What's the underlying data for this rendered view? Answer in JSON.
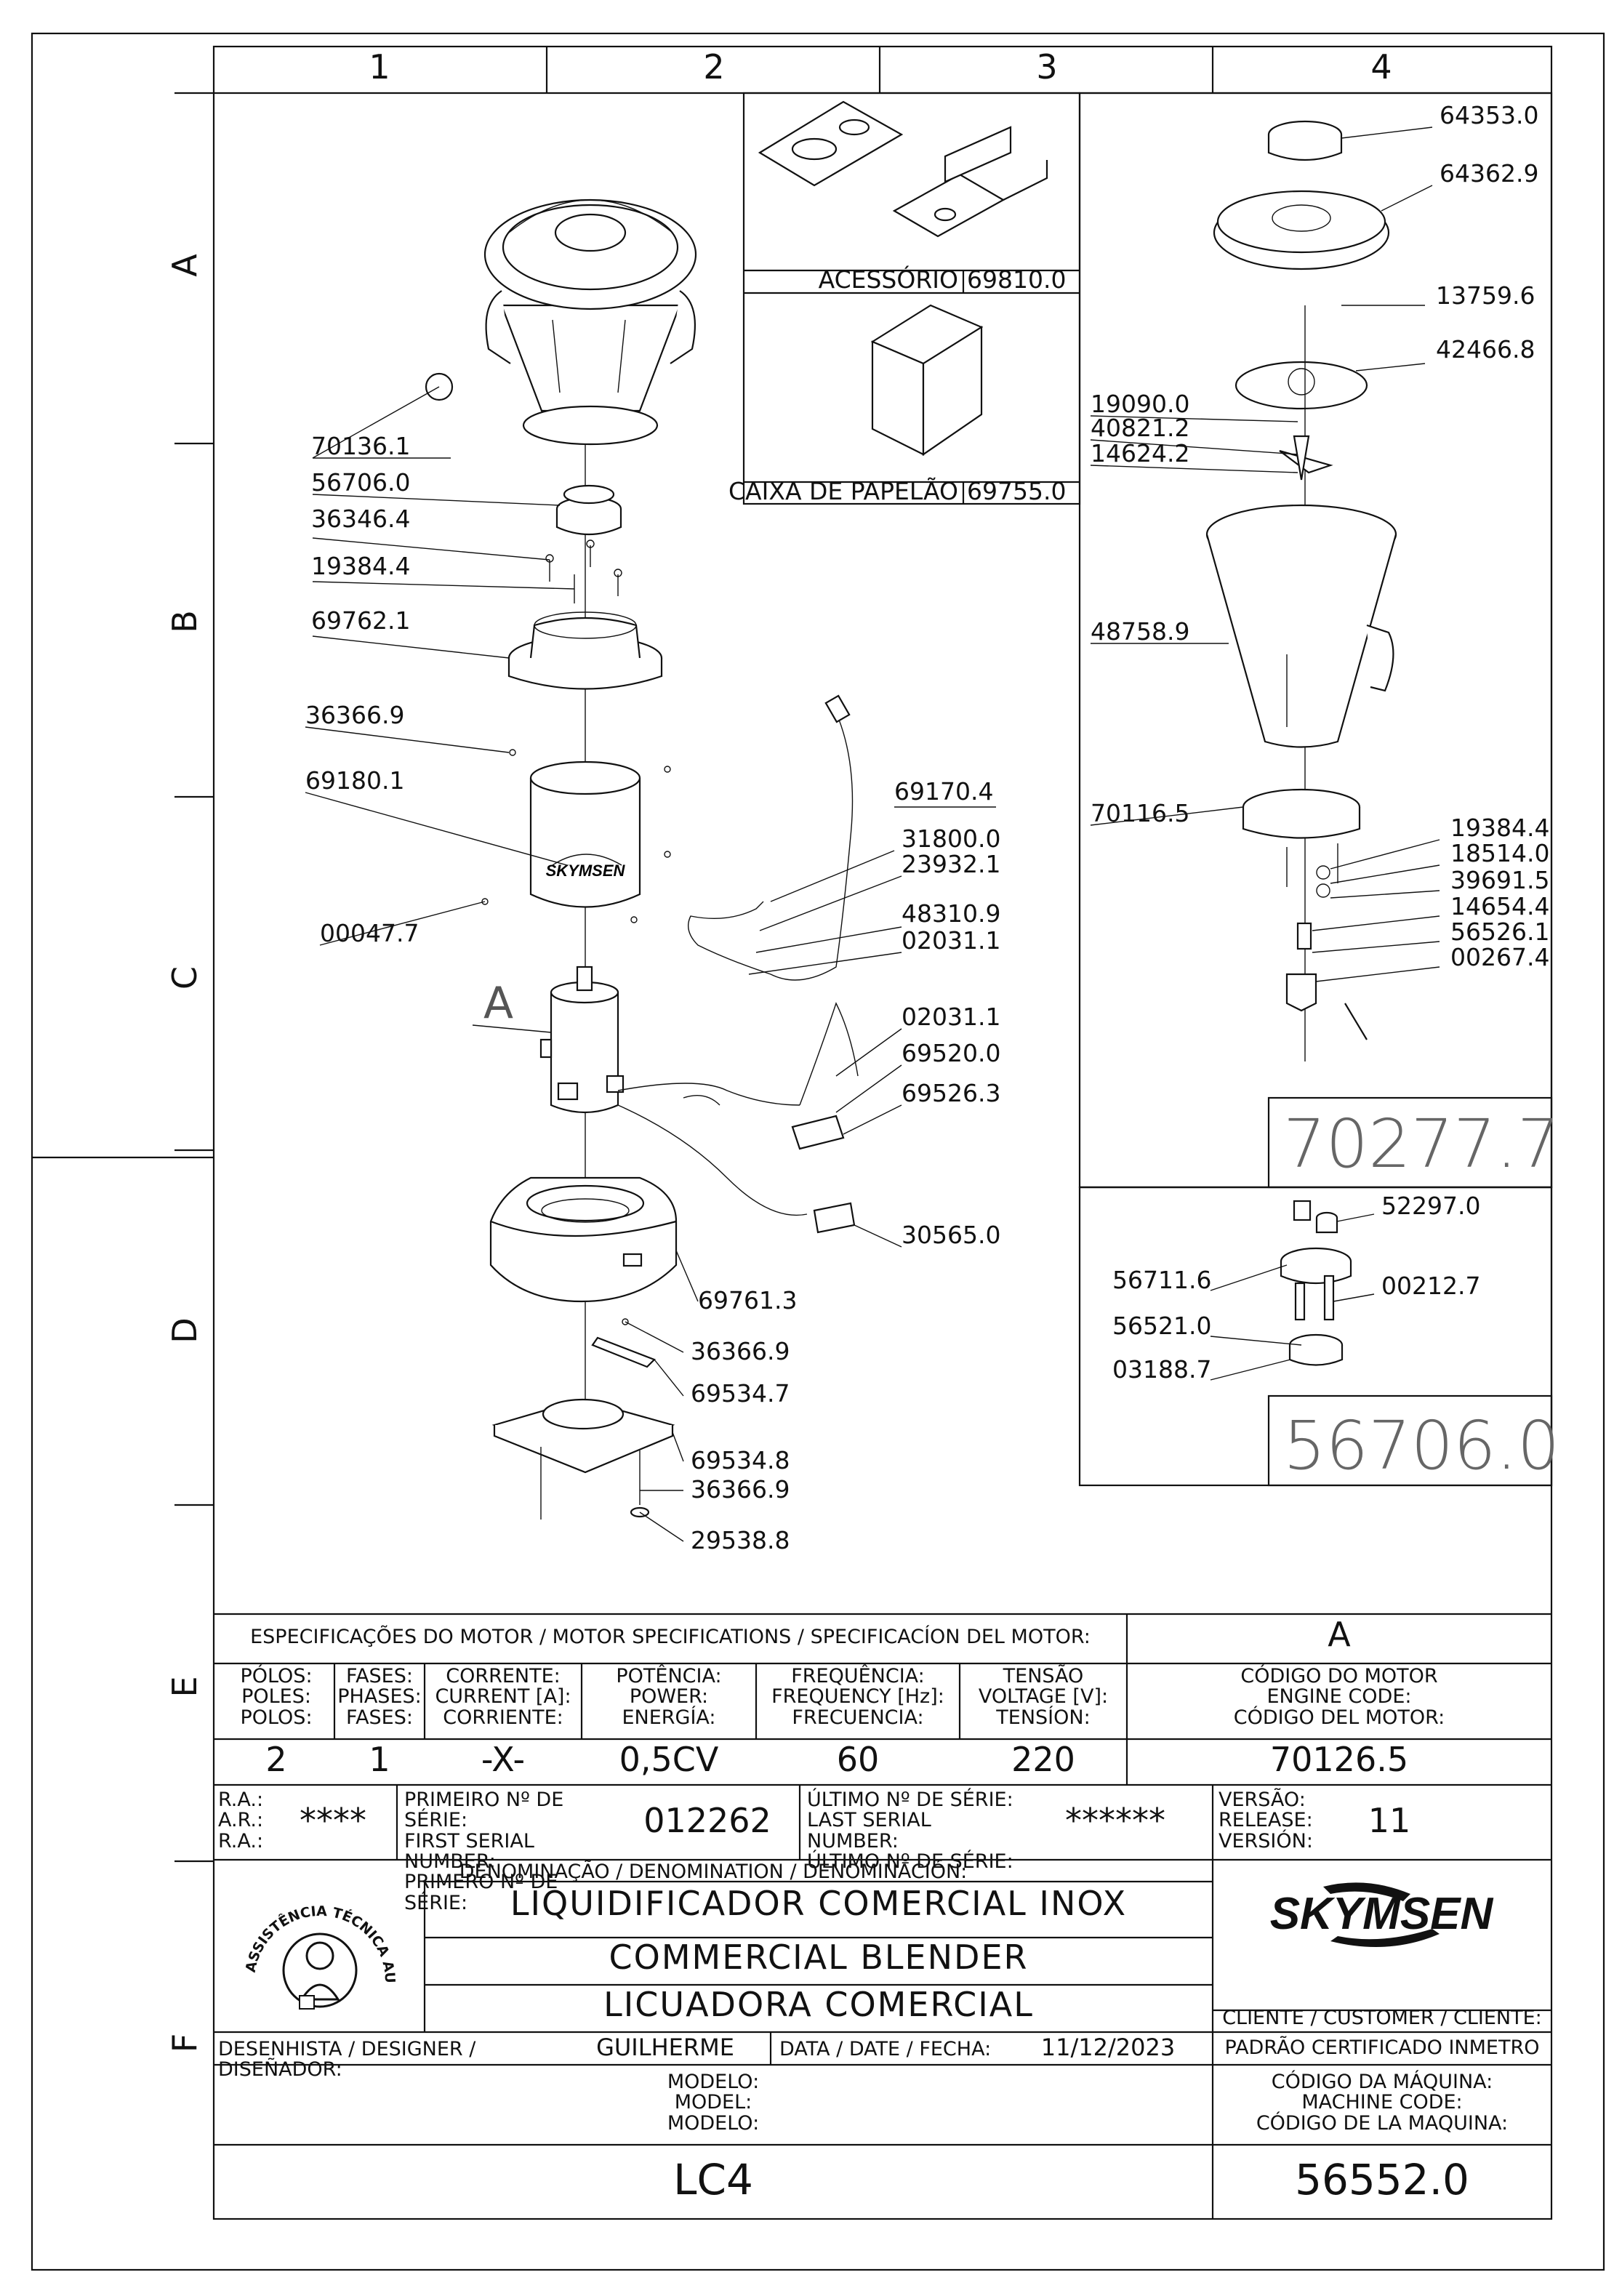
{
  "grid": {
    "columns": [
      "1",
      "2",
      "3",
      "4"
    ],
    "rows": [
      "A",
      "B",
      "C",
      "D",
      "E",
      "F"
    ]
  },
  "callouts_main": [
    "70136.1",
    "56706.0",
    "36346.4",
    "19384.4",
    "69762.1",
    "36366.9",
    "69180.1",
    "00047.7",
    "A",
    "69170.4",
    "31800.0",
    "23932.1",
    "48310.9",
    "02031.1",
    "02031.1",
    "69520.0",
    "69526.3",
    "30565.0",
    "69761.3",
    "36366.9",
    "69534.7",
    "69534.8",
    "36366.9",
    "29538.8"
  ],
  "accessory": {
    "label": "ACESSÓRIO",
    "code": "69810.0"
  },
  "box": {
    "label": "CAIXA DE PAPELÃO",
    "code": "69755.0"
  },
  "callouts_jar": [
    "64353.0",
    "64362.9",
    "13759.6",
    "42466.8",
    "19090.0",
    "40821.2",
    "14624.2",
    "48758.9",
    "70116.5",
    "19384.4",
    "18514.0",
    "39691.5",
    "14654.4",
    "56526.1",
    "00267.4"
  ],
  "jar_assembly_code": "70277.7",
  "callouts_coupler": [
    "52297.0",
    "56711.6",
    "00212.7",
    "56521.0",
    "03188.7"
  ],
  "coupler_assembly_code": "56706.0",
  "spec": {
    "heading": "ESPECIFICAÇÕES DO MOTOR / MOTOR SPECIFICATIONS / SPECIFICACÍON DEL MOTOR:",
    "variant": "A",
    "cols": [
      {
        "h": [
          "PÓLOS:",
          "POLES:",
          "POLOS:"
        ],
        "v": "2"
      },
      {
        "h": [
          "FASES:",
          "PHASES:",
          "FASES:"
        ],
        "v": "1"
      },
      {
        "h": [
          "CORRENTE:",
          "CURRENT [A]:",
          "CORRIENTE:"
        ],
        "v": "-X-"
      },
      {
        "h": [
          "POTÊNCIA:",
          "POWER:",
          "ENERGÍA:"
        ],
        "v": "0,5CV"
      },
      {
        "h": [
          "FREQUÊNCIA:",
          "FREQUENCY [Hz]:",
          "FRECUENCIA:"
        ],
        "v": "60"
      },
      {
        "h": [
          "TENSÃO",
          "VOLTAGE [V]:",
          "TENSÍON:"
        ],
        "v": "220"
      }
    ],
    "engine": {
      "h": [
        "CÓDIGO DO MOTOR",
        "ENGINE CODE:",
        "CÓDIGO DEL MOTOR:"
      ],
      "v": "70126.5"
    }
  },
  "serial": {
    "ra": [
      "R.A.:",
      "A.R.:",
      "R.A.:"
    ],
    "ra_v": "****",
    "first": [
      "PRIMEIRO Nº DE SÉRIE:",
      "FIRST SERIAL NUMBER:",
      "PRIMERO Nº DE SÉRIE:"
    ],
    "first_v": "012262",
    "last": [
      "ÚLTIMO Nº DE SÉRIE:",
      "LAST SERIAL NUMBER:",
      "ÚLTIMO Nº DE SÉRIE:"
    ],
    "last_v": "******",
    "rel": [
      "VERSÃO:",
      "RELEASE:",
      "VERSIÓN:"
    ],
    "rel_v": "11"
  },
  "denom": {
    "heading": "DENOMINAÇÃO / DENOMINATION / DENOMINACIÓN:",
    "lines": [
      "LIQUIDIFICADOR COMERCIAL INOX",
      "COMMERCIAL BLENDER",
      "LICUADORA COMERCIAL"
    ]
  },
  "seal_text": "ASSISTÊNCIA TÉCNICA AUTORIZADA",
  "brand": "SKYMSEN",
  "customer": "CLIENTE / CUSTOMER / CLIENTE:",
  "certification": "PADRÃO CERTIFICADO INMETRO",
  "designer_label": "DESENHISTA / DESIGNER / DISEÑADOR:",
  "designer": "GUILHERME",
  "date_label": "DATA / DATE / FECHA:",
  "date": "11/12/2023",
  "model_label": [
    "MODELO:",
    "MODEL:",
    "MODELO:"
  ],
  "model": "LC4",
  "machine_label": [
    "CÓDIGO DA MÁQUINA:",
    "MACHINE CODE:",
    "CÓDIGO DE LA MAQUINA:"
  ],
  "machine_code": "56552.0"
}
